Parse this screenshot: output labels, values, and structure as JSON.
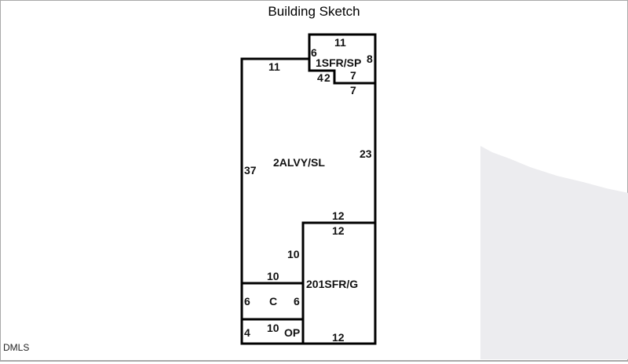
{
  "title": "Building Sketch",
  "source_label": "DMLS",
  "areas": {
    "main": "2ALVY/SL",
    "top": "1SFR/SP",
    "garage": "201SFR/G",
    "carport": "C",
    "porch": "OP"
  },
  "dimensions": {
    "top_width_upper": "11",
    "top_left": "6",
    "top_right": "8",
    "top_notch_a": "4",
    "top_notch_b": "2",
    "top_inner": "7",
    "top_outer": "7",
    "main_top": "11",
    "main_left": "37",
    "main_right": "23",
    "garage_top_outer": "12",
    "garage_top_inner": "12",
    "garage_left": "10",
    "carport_top": "10",
    "carport_left": "6",
    "carport_right": "6",
    "porch_left": "4",
    "porch_top": "10",
    "garage_bottom": "12"
  }
}
